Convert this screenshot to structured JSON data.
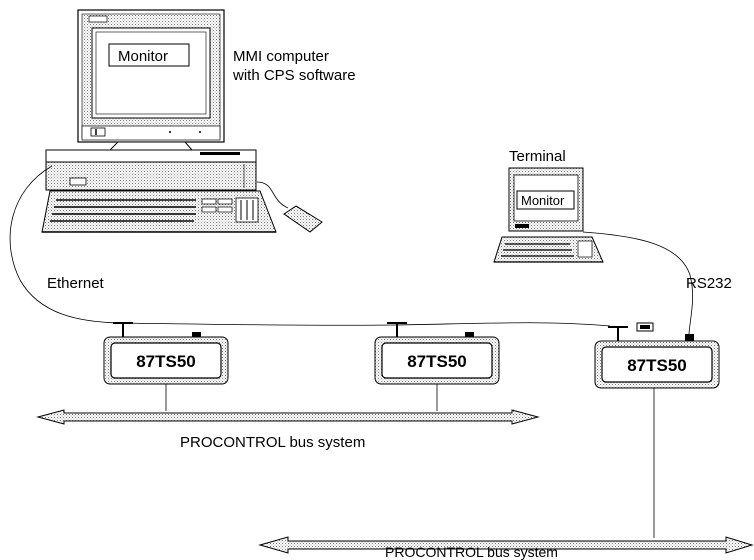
{
  "mmi": {
    "screen_label": "Monitor",
    "caption_line1": "MMI computer",
    "caption_line2": "with CPS software"
  },
  "terminal": {
    "title": "Terminal",
    "screen_label": "Monitor"
  },
  "links": {
    "ethernet": "Ethernet",
    "serial": "RS232"
  },
  "devices": [
    {
      "label": "87TS50"
    },
    {
      "label": "87TS50"
    },
    {
      "label": "87TS50"
    }
  ],
  "buses": [
    {
      "label": "PROCONTROL bus system"
    },
    {
      "label": "PROCONTROL bus system"
    }
  ]
}
